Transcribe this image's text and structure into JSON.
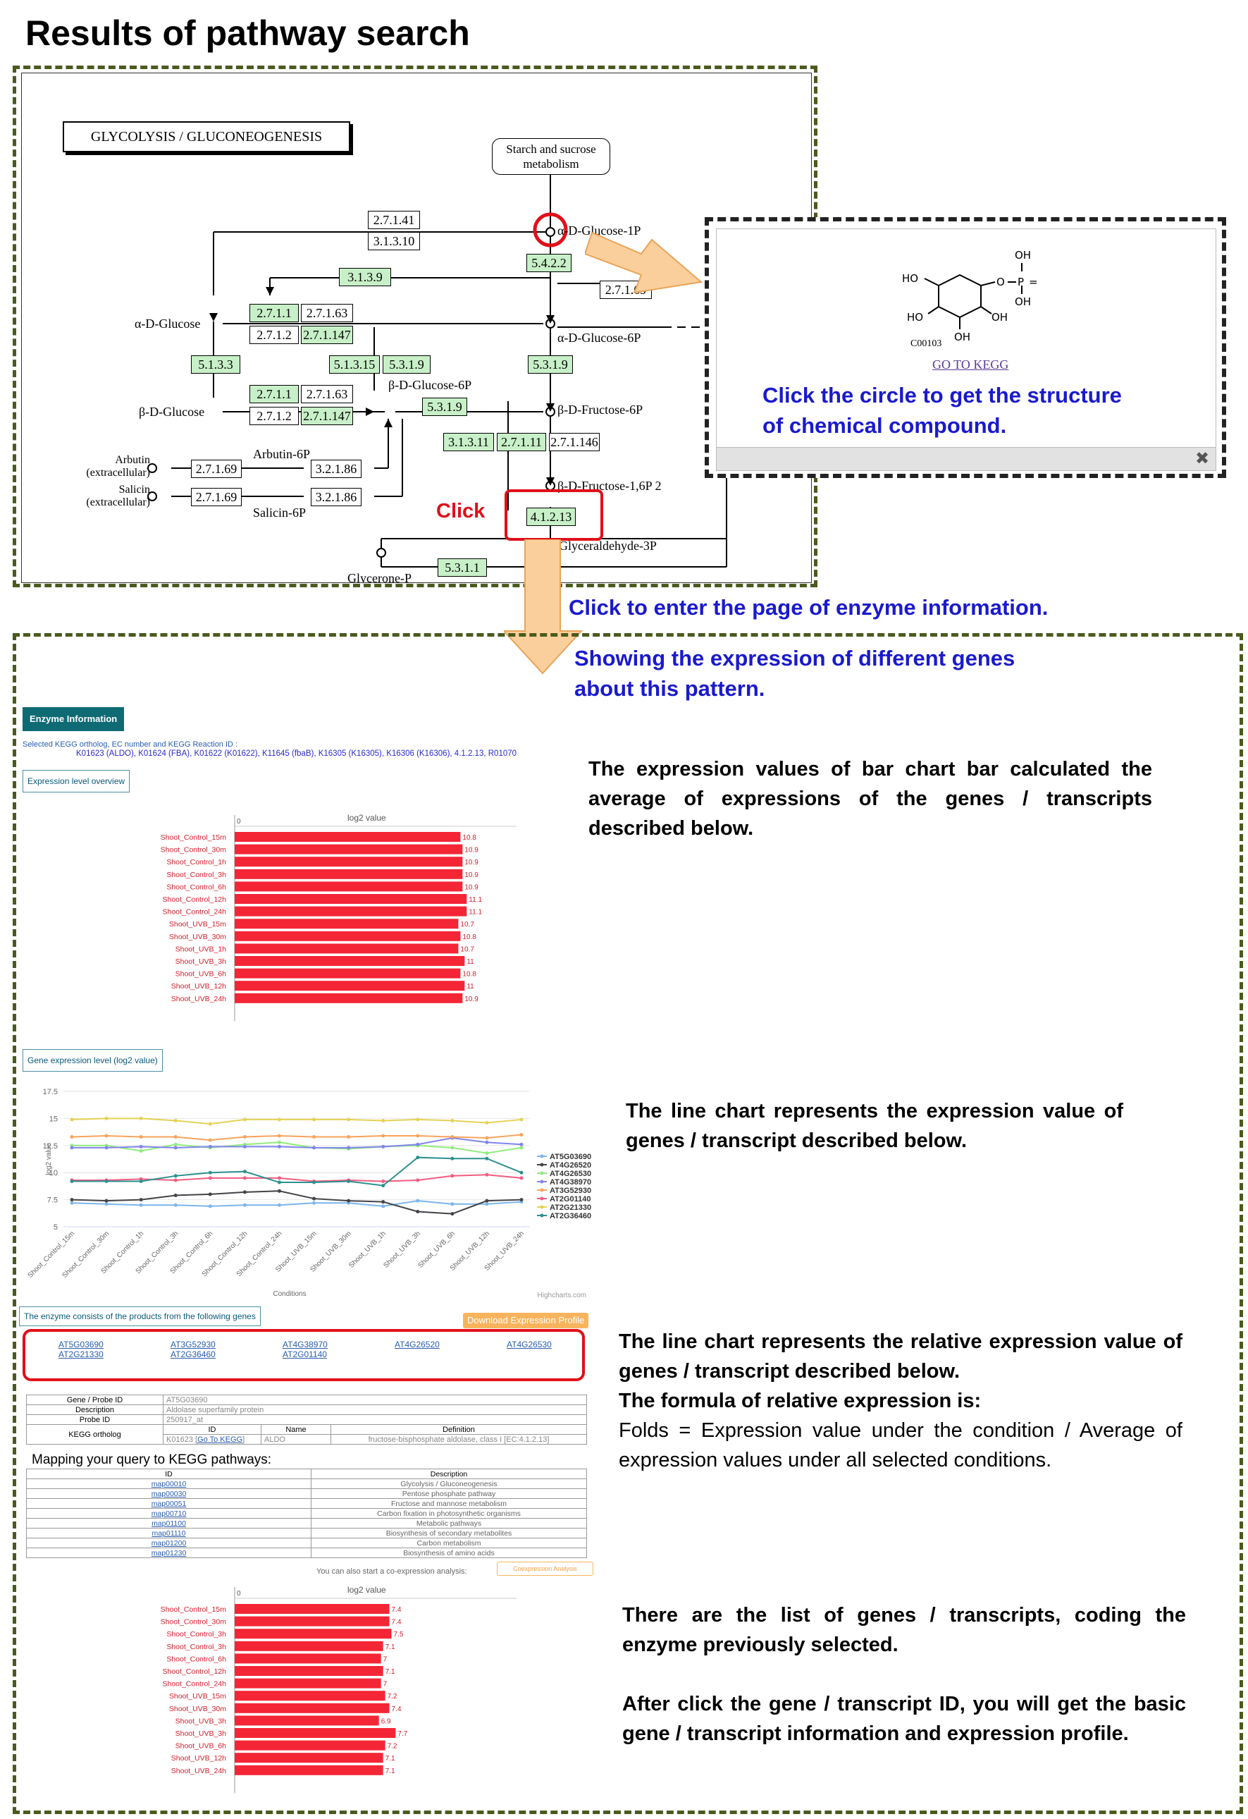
{
  "page_title": "Results of pathway search",
  "pathway": {
    "title": "GLYCOLYSIS / GLUCONEOGENESIS",
    "starch_box": "Starch and sucrose metabolism",
    "ec_boxes": [
      {
        "label": "2.7.1.41",
        "green": false
      },
      {
        "label": "3.1.3.10",
        "green": false
      },
      {
        "label": "5.4.2.2",
        "green": true
      },
      {
        "label": "3.1.3.9",
        "green": true
      },
      {
        "label": "2.7.1.69",
        "green": false
      },
      {
        "label": "2.7.1.1",
        "green": true
      },
      {
        "label": "2.7.1.63",
        "green": false
      },
      {
        "label": "2.7.1.2",
        "green": false
      },
      {
        "label": "2.7.1.147",
        "green": true
      },
      {
        "label": "5.1.3.3",
        "green": true
      },
      {
        "label": "5.1.3.15",
        "green": true
      },
      {
        "label": "5.3.1.9",
        "green": true
      },
      {
        "label": "5.3.1.9",
        "green": true
      },
      {
        "label": "2.7.1.1",
        "green": true
      },
      {
        "label": "2.7.1.63",
        "green": false
      },
      {
        "label": "2.7.1.2",
        "green": false
      },
      {
        "label": "2.7.1.147",
        "green": true
      },
      {
        "label": "5.3.1.9",
        "green": true
      },
      {
        "label": "3.1.3.11",
        "green": true
      },
      {
        "label": "2.7.1.11",
        "green": true
      },
      {
        "label": "2.7.1.146",
        "green": false
      },
      {
        "label": "2.7.1.69",
        "green": false
      },
      {
        "label": "3.2.1.86",
        "green": false
      },
      {
        "label": "2.7.1.69",
        "green": false
      },
      {
        "label": "3.2.1.86",
        "green": false
      },
      {
        "label": "4.1.2.13",
        "green": true
      },
      {
        "label": "5.3.1.1",
        "green": true
      }
    ],
    "compounds": {
      "alpha_d_glucose": "α-D-Glucose",
      "beta_d_glucose": "β-D-Glucose",
      "alpha_d_glucose_6p": "α-D-Glucose-6P",
      "beta_d_glucose_6p": "β-D-Glucose-6P",
      "beta_d_fructose_6p": "β-D-Fructose-6P",
      "beta_d_fructose_16p": "β-D-Fructose-1,6P 2",
      "glyceraldehyde_3p": "Glyceraldehyde-3P",
      "glycerone_p": "Glycerone-P",
      "arbutin": "Arbutin (extracellular)",
      "arbutin_6p": "Arbutin-6P",
      "salicin": "Salicin (extracellular)",
      "salicin_6p": "Salicin-6P",
      "alpha_d_glucose_1p": "α-D-Glucose-1P"
    },
    "click_label": "Click"
  },
  "popup": {
    "compound_id": "C00103",
    "go_to_kegg": "GO TO KEGG",
    "note_line1": "Click the circle to get the structure",
    "note_line2": "of chemical compound.",
    "close_glyph": "✖"
  },
  "notes": {
    "enter_enzyme": "Click to enter the page of enzyme information.",
    "showing_line1": "Showing the expression of different genes",
    "showing_line2": "about this pattern."
  },
  "enzyme_panel": {
    "tab": "Enzyme Information",
    "selected_label": "Selected KEGG ortholog, EC number and KEGG Reaction ID :",
    "selected_value": "K01623 (ALDO), K01624 (FBA), K01622 (K01622), K11645 (fbaB), K16305 (K16305), K16306 (K16306), 4.1.2.13, R01070",
    "overview_label": "Expression level overview",
    "gene_expr_label": "Gene expression level (log2 value)",
    "products_label": "The enzyme consists of the products from the following genes",
    "download_btn": "Download Expression Profile",
    "gene_links": [
      "AT5G03690",
      "AT3G52930",
      "AT4G38970",
      "AT4G26520",
      "AT4G26530",
      "AT2G21330",
      "AT2G36460",
      "AT2G01140"
    ],
    "mapping_title": "Mapping your query to KEGG pathways:",
    "coexp_text": "You can also start a co-expression analysis:",
    "coexp_btn": "Coexpression Analysis",
    "gene_table": {
      "gene_label": "Gene / Probe ID",
      "gene_value": "AT5G03690",
      "desc_label": "Description",
      "desc_value": "Aldolase superfamily protein",
      "probe_label": "Probe ID",
      "probe_value": "250917_at",
      "kegg_label": "KEGG ortholog",
      "col_id": "ID",
      "col_name": "Name",
      "col_def": "Definition",
      "kegg_id": "K01623",
      "kegg_link": "Go To KEGG",
      "kegg_name": "ALDO",
      "kegg_def": "fructose-bisphosphate aldolase, class I [EC:4.1.2.13]"
    },
    "map_table": {
      "col_id": "ID",
      "col_desc": "Description",
      "rows": [
        {
          "id": "map00010",
          "desc": "Glycolysis / Gluconeogenesis"
        },
        {
          "id": "map00030",
          "desc": "Pentose phosphate pathway"
        },
        {
          "id": "map00051",
          "desc": "Fructose and mannose metabolism"
        },
        {
          "id": "map00710",
          "desc": "Carbon fixation in photosynthetic organisms"
        },
        {
          "id": "map01100",
          "desc": "Metabolic pathways"
        },
        {
          "id": "map01110",
          "desc": "Biosynthesis of secondary metabolites"
        },
        {
          "id": "map01200",
          "desc": "Carbon metabolism"
        },
        {
          "id": "map01230",
          "desc": "Biosynthesis of amino acids"
        }
      ]
    }
  },
  "descriptions": {
    "d1": "The expression values of bar chart bar calculated the average of expressions of the genes / transcripts described below.",
    "d2": "The line chart represents the expression value of genes / transcript described below.",
    "d3_bold": "The line chart represents the relative expression value of genes / transcript described below.",
    "d3_bold2": "The formula of relative expression is:",
    "d3_norm": "Folds = Expression value under the condition / Average of expression values under all selected conditions.",
    "d4a": "There are the list of genes / transcripts, coding the enzyme previously selected.",
    "d4b": "After click the gene / transcript ID, you will get the basic gene / transcript information and expression profile."
  },
  "chart_data": [
    {
      "type": "bar",
      "title": "log2 value",
      "zero_label": "0",
      "categories": [
        "Shoot_Control_15m",
        "Shoot_Control_30m",
        "Shoot_Control_1h",
        "Shoot_Control_3h",
        "Shoot_Control_6h",
        "Shoot_Control_12h",
        "Shoot_Control_24h",
        "Shoot_UVB_15m",
        "Shoot_UVB_30m",
        "Shoot_UVB_1h",
        "Shoot_UVB_3h",
        "Shoot_UVB_6h",
        "Shoot_UVB_12h",
        "Shoot_UVB_24h"
      ],
      "values": [
        10.8,
        10.9,
        10.9,
        10.9,
        10.9,
        11.1,
        11.1,
        10.7,
        10.8,
        10.7,
        11,
        10.8,
        11,
        10.9
      ],
      "color": "#f42535"
    },
    {
      "type": "line",
      "ylabel": "log2 value",
      "xlabel": "Conditions",
      "credit": "Highcharts.com",
      "yticks": [
        5,
        7.5,
        10,
        12.5,
        15,
        17.5
      ],
      "ylim": [
        5,
        17.5
      ],
      "categories": [
        "Shoot_Control_15m",
        "Shoot_Control_30m",
        "Shoot_Control_1h",
        "Shoot_Control_3h",
        "Shoot_Control_6h",
        "Shoot_Control_12h",
        "Shoot_Control_24h",
        "Shoot_UVB_15m",
        "Shoot_UVB_30m",
        "Shoot_UVB_1h",
        "Shoot_UVB_3h",
        "Shoot_UVB_6h",
        "Shoot_UVB_12h",
        "Shoot_UVB_24h"
      ],
      "series": [
        {
          "name": "AT5G03690",
          "color": "#7cb5ec",
          "values": [
            7.2,
            7.1,
            7.0,
            7.0,
            6.9,
            7.0,
            7.0,
            7.2,
            7.2,
            6.9,
            7.4,
            7.1,
            7.1,
            7.3
          ]
        },
        {
          "name": "AT4G26520",
          "color": "#434348",
          "values": [
            7.5,
            7.4,
            7.5,
            7.9,
            8.0,
            8.2,
            8.3,
            7.6,
            7.4,
            7.3,
            6.4,
            6.2,
            7.4,
            7.5
          ]
        },
        {
          "name": "AT4G26530",
          "color": "#90ed7d",
          "values": [
            12.5,
            12.5,
            12.0,
            12.6,
            12.3,
            12.6,
            12.8,
            12.3,
            12.2,
            12.4,
            12.5,
            12.3,
            11.8,
            12.3
          ]
        },
        {
          "name": "AT4G38970",
          "color": "#8085e9",
          "values": [
            12.3,
            12.3,
            12.4,
            12.3,
            12.4,
            12.4,
            12.4,
            12.3,
            12.3,
            12.4,
            12.6,
            13.2,
            12.8,
            12.6
          ]
        },
        {
          "name": "AT3G52930",
          "color": "#f7a35c",
          "values": [
            13.3,
            13.4,
            13.3,
            13.3,
            13.0,
            13.3,
            13.4,
            13.3,
            13.3,
            13.4,
            13.4,
            13.3,
            13.2,
            13.5
          ]
        },
        {
          "name": "AT2G01140",
          "color": "#f15c80",
          "values": [
            9.3,
            9.3,
            9.4,
            9.3,
            9.5,
            9.5,
            9.5,
            9.2,
            9.3,
            9.2,
            9.3,
            9.7,
            9.8,
            9.5
          ]
        },
        {
          "name": "AT2G21330",
          "color": "#e4d354",
          "values": [
            14.9,
            15.0,
            15.0,
            14.8,
            14.5,
            14.9,
            14.9,
            14.9,
            14.9,
            14.8,
            14.9,
            14.8,
            14.6,
            14.9
          ]
        },
        {
          "name": "AT2G36460",
          "color": "#2b908f",
          "values": [
            9.2,
            9.2,
            9.2,
            9.7,
            10.0,
            10.1,
            9.1,
            9.1,
            9.2,
            8.8,
            11.4,
            11.3,
            11.3,
            10.0
          ]
        }
      ]
    },
    {
      "type": "bar",
      "title": "log2 value",
      "zero_label": "0",
      "categories": [
        "Shoot_Control_15m",
        "Shoot_Control_30m",
        "Shoot_Control_3h",
        "Shoot_Control_3h",
        "Shoot_Control_6h",
        "Shoot_Control_12h",
        "Shoot_Control_24h",
        "Shoot_UVB_15m",
        "Shoot_UVB_30m",
        "Shoot_UVB_3h",
        "Shoot_UVB_3h",
        "Shoot_UVB_6h",
        "Shoot_UVB_12h",
        "Shoot_UVB_24h"
      ],
      "values": [
        7.4,
        7.4,
        7.5,
        7.1,
        7,
        7.1,
        7,
        7.2,
        7.4,
        6.9,
        7.7,
        7.2,
        7.1,
        7.1
      ],
      "color": "#f42535"
    }
  ]
}
